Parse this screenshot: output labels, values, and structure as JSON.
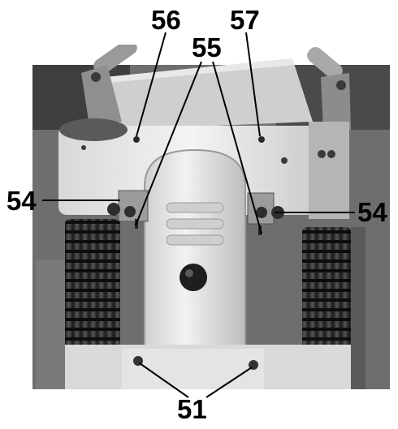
{
  "labels": {
    "l56": "56",
    "l57": "57",
    "l55": "55",
    "l54_left": "54",
    "l54_right": "54",
    "l51": "51"
  },
  "colors": {
    "label": "#000000",
    "leader": "#000000",
    "machine_body": "#e9e9e9",
    "machine_shadow": "#8c8c8c",
    "bellows": "#2c2c2c",
    "background": "#ffffff"
  },
  "icons": {
    "warning_triangle": "read-manual-warning-icon"
  }
}
